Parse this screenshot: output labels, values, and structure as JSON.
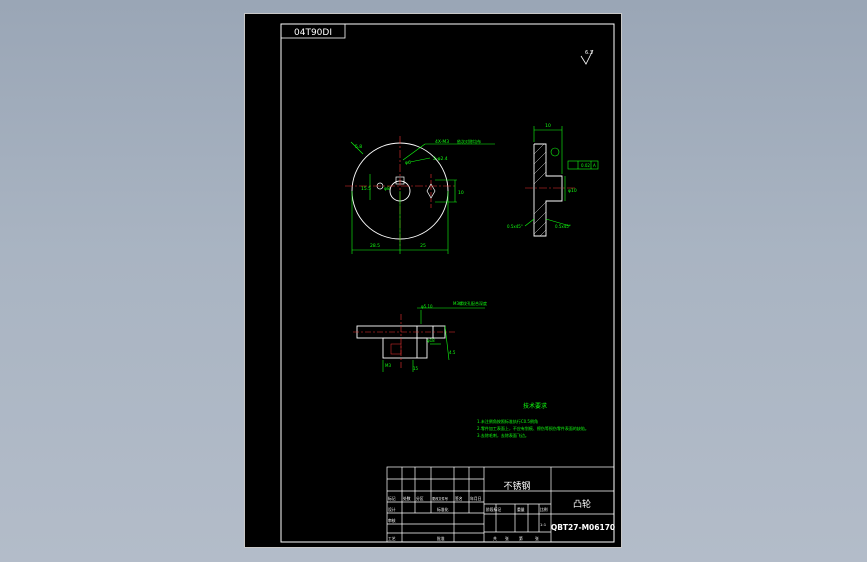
{
  "drawing": {
    "code_box": "04T90DI",
    "roughness_symbol": "6.3",
    "material": "不锈钢",
    "part_name": "凸轮",
    "drawing_number": "QBT27-M06170",
    "sheet_scale": "1:1",
    "tech_requirements": {
      "title": "技术要求",
      "items": [
        "1.未注倒角按照标准执行C0.5倒角",
        "2.零件加工表面上，不应有划痕、擦伤等损伤零件表面的缺陷。",
        "3.去除毛刺，去除表面飞边。"
      ]
    },
    "dims_top": {
      "d_slot": "φ6",
      "angle": "5.8",
      "hole_note": "4X-M3",
      "hole_note2": "依次对称均布",
      "d_small": "2-φ2.4",
      "d_left": "28.5",
      "d_right": "25",
      "d_bore": "φ8",
      "d_side": "10",
      "d_side2": "15.5"
    },
    "dims_side": {
      "width": "10",
      "tol": "0.02",
      "hole": "φ10",
      "left_chamfer": "0.5x45°",
      "right_chamfer": "0.5x45°",
      "datum": "A"
    },
    "dims_bottom": {
      "note1": "φ5.10",
      "note2": "M3螺纹孔配合深度",
      "dia": "φ18",
      "chamfer": "4.5",
      "depth": "15",
      "thread": "M3"
    },
    "title_block": {
      "row_labels": [
        "标记",
        "处数",
        "分区",
        "更改文件号",
        "签名",
        "年月日"
      ],
      "design": "设计",
      "check": "审核",
      "process": "工艺",
      "std": "标准化",
      "approve": "批准",
      "stage_labels": [
        "阶段标记",
        "重量",
        "比例"
      ],
      "sheet_labels": [
        "共",
        "张",
        "第",
        "张"
      ]
    }
  }
}
